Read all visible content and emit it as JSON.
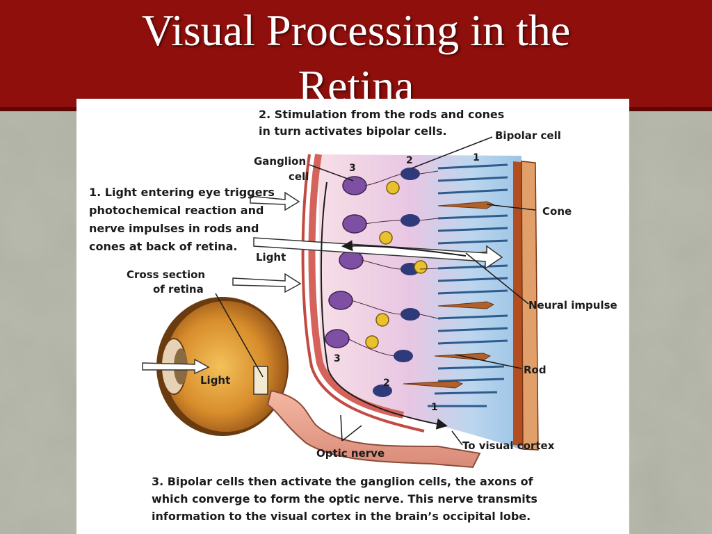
{
  "slide": {
    "title_line1": "Visual Processing in the",
    "title_line2": "Retina"
  },
  "colors": {
    "title_bar": "#8e0f0b",
    "background": "#a9ab9e",
    "panel": "#ffffff"
  },
  "figure": {
    "step1": [
      "1. Light entering eye triggers",
      "photochemical reaction and",
      "nerve impulses in rods and",
      "cones at back of retina."
    ],
    "step2": [
      "2. Stimulation from the rods and cones",
      "in turn activates bipolar cells."
    ],
    "step3": [
      "3. Bipolar cells then activate the ganglion cells, the axons of",
      "which converge to form the optic nerve. This nerve transmits",
      "information to the visual cortex in the brain’s occipital lobe."
    ],
    "labels": {
      "bipolar_cell": "Bipolar cell",
      "ganglion_cell_1": "Ganglion",
      "ganglion_cell_2": "cell",
      "cone": "Cone",
      "light_retina": "Light",
      "cross_section_1": "Cross section",
      "cross_section_2": "of retina",
      "neural_impulse": "Neural impulse",
      "rod": "Rod",
      "light_eye": "Light",
      "optic_nerve": "Optic nerve",
      "to_visual_cortex": "To visual cortex"
    },
    "layer_numbers": {
      "top_3": "3",
      "top_2": "2",
      "top_1": "1",
      "bottom_3": "3",
      "bottom_2": "2",
      "bottom_1": "1"
    }
  }
}
